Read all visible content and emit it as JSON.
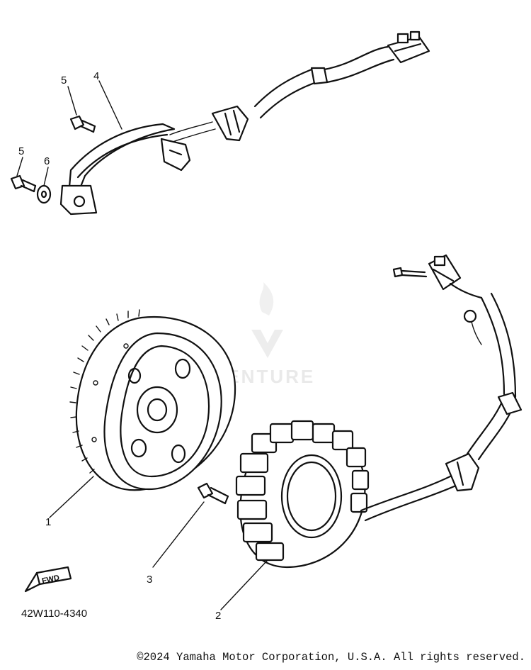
{
  "callouts": {
    "flywheel": "1",
    "stator": "2",
    "stator_screw": "3",
    "pickup_coil": "4",
    "screw_upper": "5",
    "screw_lower": "5",
    "washer": "6"
  },
  "drawing_code": "42W110-4340",
  "fwd_label": "FWD",
  "watermark_text": "VENTURE",
  "copyright": "©2024 Yamaha Motor Corporation, U.S.A. All rights reserved."
}
